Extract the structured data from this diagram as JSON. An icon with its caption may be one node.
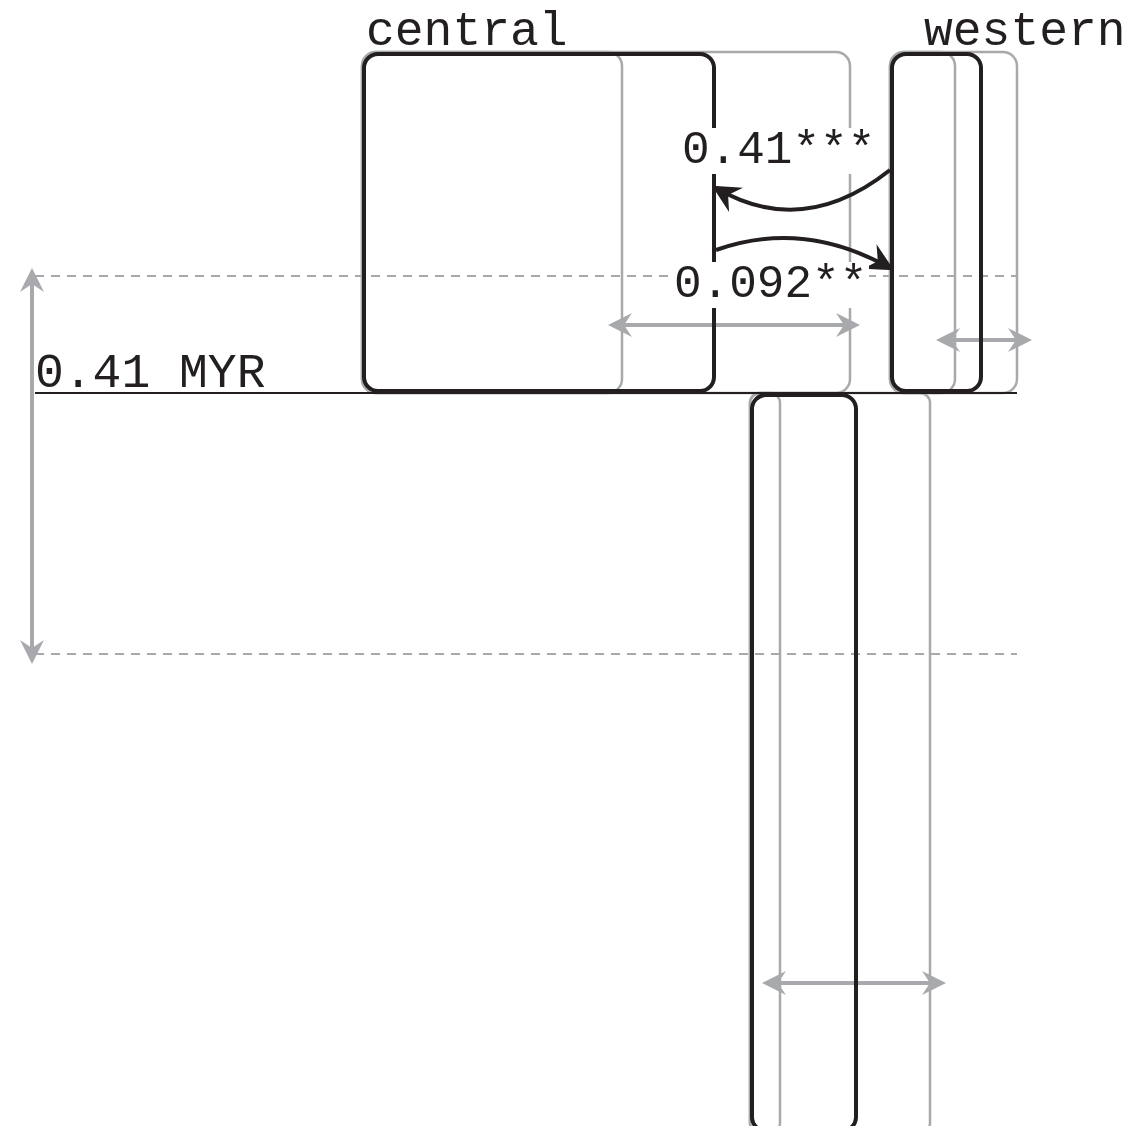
{
  "diagram": {
    "nodes": [
      {
        "text": [
          "central"
        ]
      },
      {
        "text": [
          "western"
        ]
      },
      {
        "text": [],
        "shape": "box"
      }
    ],
    "edges": [
      {
        "from": 1,
        "to": 0,
        "arrow": "to",
        "label": "0.41***"
      },
      {
        "from": 0,
        "to": 1,
        "arrow": "to",
        "label": "0.092**"
      }
    ],
    "labels": [
      "0.41 MYR"
    ]
  }
}
